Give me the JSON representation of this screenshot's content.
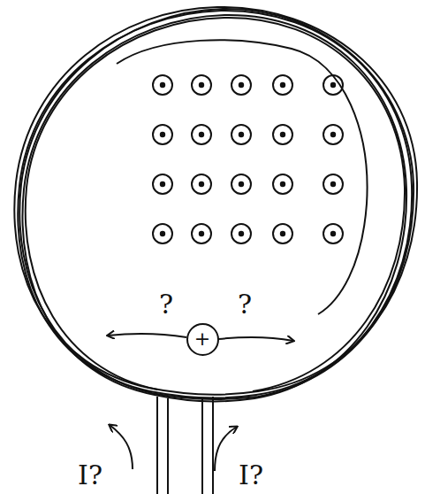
{
  "diagram": {
    "nodes": [
      {
        "text": [
          "+"
        ]
      }
    ],
    "labels": [
      "?",
      "?",
      "I?",
      "I?"
    ]
  }
}
